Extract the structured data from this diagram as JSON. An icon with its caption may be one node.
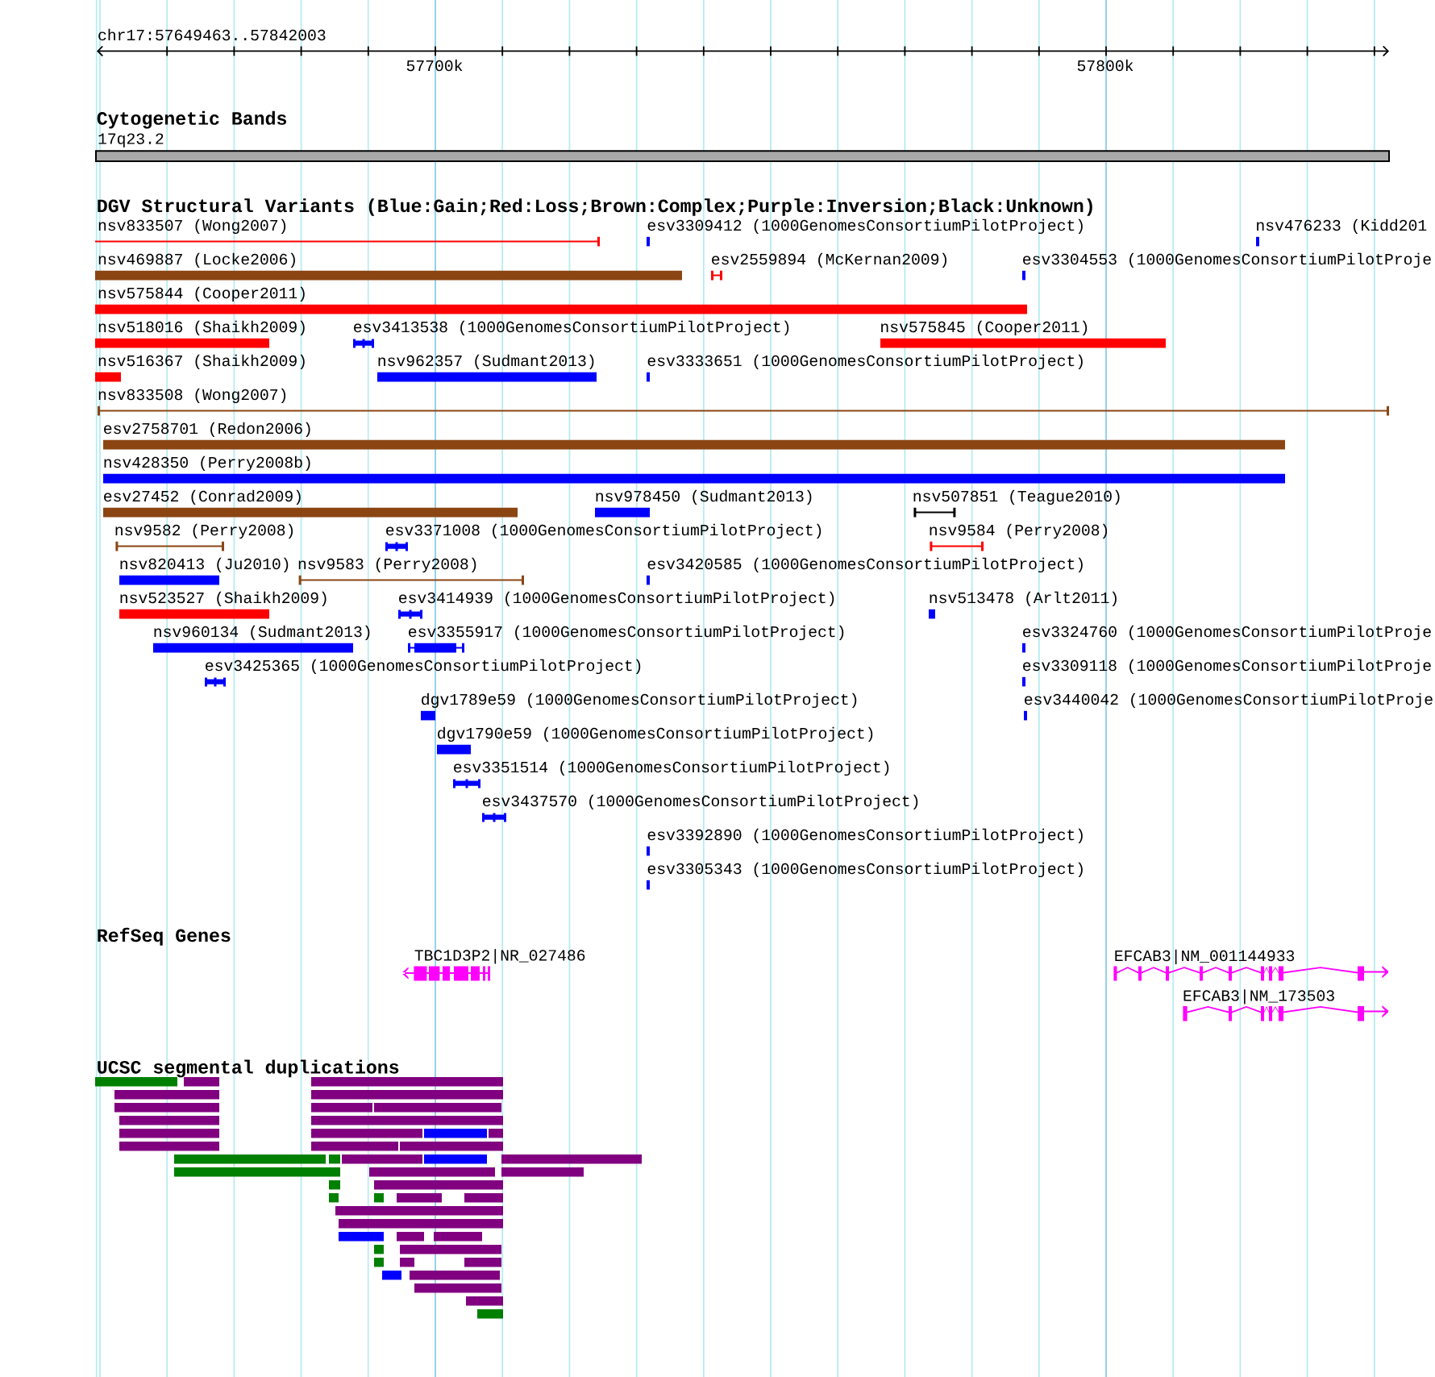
{
  "diagram": {
    "nodes": [
      {
        "text": [
          "17q23.2"
        ]
      },
      {
        "text": [
          "nsv833507 (Wong2007)"
        ]
      },
      {
        "text": [
          "esv3309412 (1000GenomesConsortiumPilotProject)"
        ]
      },
      {
        "text": [
          "nsv476233 (Kidd201"
        ]
      },
      {
        "text": [
          "nsv469887 (Locke2006)"
        ]
      },
      {
        "text": [
          "esv2559894 (McKernan2009)"
        ]
      },
      {
        "text": [
          "esv3304553 (1000GenomesConsortiumPilotProje"
        ]
      },
      {
        "text": [
          "nsv575844 (Cooper2011)"
        ]
      },
      {
        "text": [
          "nsv518016 (Shaikh2009)"
        ]
      },
      {
        "text": [
          "esv3413538 (1000GenomesConsortiumPilotProject)"
        ]
      },
      {
        "text": [
          "nsv575845 (Cooper2011)"
        ]
      },
      {
        "text": [
          "nsv516367 (Shaikh2009)"
        ]
      },
      {
        "text": [
          "nsv962357 (Sudmant2013)"
        ]
      },
      {
        "text": [
          "esv3333651 (1000GenomesConsortiumPilotProject)"
        ]
      },
      {
        "text": [
          "nsv833508 (Wong2007)"
        ]
      },
      {
        "text": [
          "esv2758701 (Redon2006)"
        ]
      },
      {
        "text": [
          "nsv428350 (Perry2008b)"
        ]
      },
      {
        "text": [
          "esv27452 (Conrad2009)"
        ]
      },
      {
        "text": [
          "nsv978450 (Sudmant2013)"
        ]
      },
      {
        "text": [
          "nsv507851 (Teague2010)"
        ]
      },
      {
        "text": [
          "nsv9582 (Perry2008)"
        ]
      },
      {
        "text": [
          "esv3371008 (1000GenomesConsortiumPilotProject)"
        ]
      },
      {
        "text": [
          "nsv9584 (Perry2008)"
        ]
      },
      {
        "text": [
          "nsv820413 (Ju2010)"
        ]
      },
      {
        "text": [
          "nsv9583 (Perry2008)"
        ]
      },
      {
        "text": [
          "esv3420585 (1000GenomesConsortiumPilotProject)"
        ]
      },
      {
        "text": [
          "nsv523527 (Shaikh2009)"
        ]
      },
      {
        "text": [
          "esv3414939 (1000GenomesConsortiumPilotProject)"
        ]
      },
      {
        "text": [
          "nsv513478 (Arlt2011)"
        ]
      },
      {
        "text": [
          "nsv960134 (Sudmant2013)"
        ]
      },
      {
        "text": [
          "esv3355917 (1000GenomesConsortiumPilotProject)"
        ]
      },
      {
        "text": [
          "esv3324760 (1000GenomesConsortiumPilotProje"
        ]
      },
      {
        "text": [
          "esv3425365 (1000GenomesConsortiumPilotProject)"
        ]
      },
      {
        "text": [
          "esv3309118 (1000GenomesConsortiumPilotProje"
        ]
      },
      {
        "text": [
          "dgv1789e59 (1000GenomesConsortiumPilotProject)"
        ]
      },
      {
        "text": [
          "esv3440042 (1000GenomesConsortiumPilotProje"
        ]
      },
      {
        "text": [
          "dgv1790e59 (1000GenomesConsortiumPilotProject)"
        ]
      },
      {
        "text": [
          "esv3351514 (1000GenomesConsortiumPilotProject)"
        ]
      },
      {
        "text": [
          "esv3437570 (1000GenomesConsortiumPilotProject)"
        ]
      },
      {
        "text": [
          "esv3392890 (1000GenomesConsortiumPilotProject)"
        ]
      },
      {
        "text": [
          "esv3305343 (1000GenomesConsortiumPilotProject)"
        ]
      },
      {
        "text": [
          "TBC1D3P2|NR_027486"
        ]
      },
      {
        "text": [
          "EFCAB3|NM_001144933"
        ]
      },
      {
        "text": [
          "EFCAB3|NM_173503"
        ]
      },
      {
        "text": [],
        "shape": "bar"
      },
      {
        "text": [],
        "shape": "bar"
      },
      {
        "text": [],
        "shape": "bar"
      },
      {
        "text": [],
        "shape": "bar"
      },
      {
        "text": [],
        "shape": "bar"
      },
      {
        "text": [],
        "shape": "bar"
      },
      {
        "text": [],
        "shape": "bar"
      },
      {
        "text": [],
        "shape": "bar"
      },
      {
        "text": [],
        "shape": "bar"
      },
      {
        "text": [],
        "shape": "bar"
      },
      {
        "text": [],
        "shape": "bar"
      },
      {
        "text": [],
        "shape": "bar"
      },
      {
        "text": [],
        "shape": "bar"
      },
      {
        "text": [],
        "shape": "bar"
      },
      {
        "text": [],
        "shape": "bar"
      },
      {
        "text": [],
        "shape": "bar"
      },
      {
        "text": [],
        "shape": "bar"
      },
      {
        "text": [],
        "shape": "bar"
      },
      {
        "text": [],
        "shape": "bar"
      },
      {
        "text": [],
        "shape": "bar"
      },
      {
        "text": [],
        "shape": "bar"
      },
      {
        "text": [],
        "shape": "bar"
      },
      {
        "text": [],
        "shape": "bar"
      },
      {
        "text": [],
        "shape": "bar"
      },
      {
        "text": [],
        "shape": "bar"
      },
      {
        "text": [],
        "shape": "bar"
      },
      {
        "text": [],
        "shape": "bar"
      },
      {
        "text": [],
        "shape": "bar"
      },
      {
        "text": [],
        "shape": "bar"
      },
      {
        "text": [],
        "shape": "bar"
      },
      {
        "text": [],
        "shape": "bar"
      },
      {
        "text": [],
        "shape": "bar"
      },
      {
        "text": [],
        "shape": "bar"
      },
      {
        "text": [],
        "shape": "bar"
      },
      {
        "text": [],
        "shape": "bar"
      },
      {
        "text": [],
        "shape": "bar"
      },
      {
        "text": [],
        "shape": "bar"
      },
      {
        "text": [],
        "shape": "bar"
      },
      {
        "text": [],
        "shape": "bar"
      },
      {
        "text": [],
        "shape": "bar"
      },
      {
        "text": [],
        "shape": "bar"
      },
      {
        "text": [],
        "shape": "bar"
      },
      {
        "text": [],
        "shape": "bar"
      },
      {
        "text": [],
        "shape": "bar"
      },
      {
        "text": [],
        "shape": "bar"
      },
      {
        "text": [],
        "shape": "bar"
      }
    ],
    "labels": [
      "chr17:57649463..57842003",
      "57700k",
      "57800k",
      "Cytogenetic Bands",
      "DGV Structural Variants (Blue:Gain;Red:Loss;Brown:Complex;Purple:Inversion;Black:Unknown)",
      "RefSeq Genes",
      "UCSC segmental duplications"
    ]
  }
}
